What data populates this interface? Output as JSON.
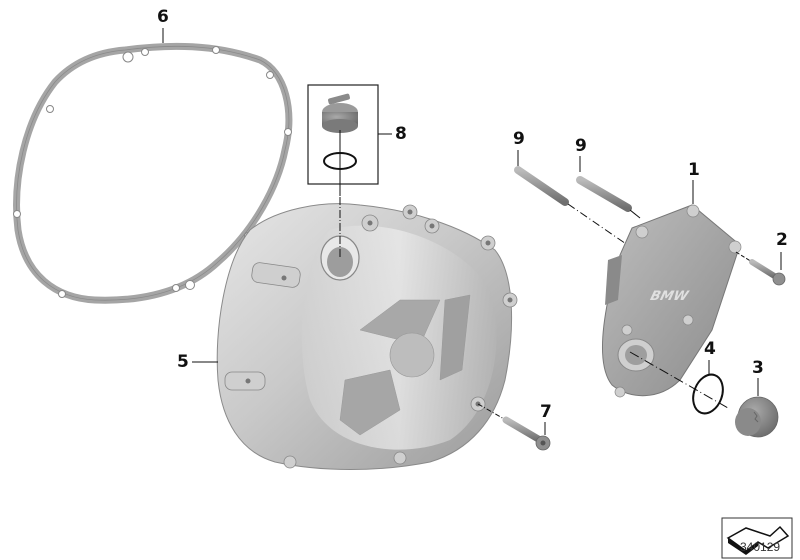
{
  "diagram": {
    "title": "Engine housing cover / clutch cover exploded view",
    "reference_number": "340129",
    "colors": {
      "metal_light": "#d9d9d9",
      "metal_mid": "#b8b8b8",
      "metal_dark": "#8f8f8f",
      "gasket": "#a8a8a8",
      "line": "#111111"
    },
    "callouts": [
      {
        "id": "1",
        "label": "1",
        "part": "Cover (BMW logo)"
      },
      {
        "id": "2",
        "label": "2",
        "part": "Bolt"
      },
      {
        "id": "3",
        "label": "3",
        "part": "Plug screw"
      },
      {
        "id": "4",
        "label": "4",
        "part": "O-ring"
      },
      {
        "id": "5",
        "label": "5",
        "part": "Clutch cover"
      },
      {
        "id": "6",
        "label": "6",
        "part": "Gasket"
      },
      {
        "id": "7",
        "label": "7",
        "part": "Bolt"
      },
      {
        "id": "8",
        "label": "8",
        "part": "Oil filler cap with O-ring"
      },
      {
        "id": "9a",
        "label": "9",
        "part": "Dowel / bolt"
      },
      {
        "id": "9b",
        "label": "9",
        "part": "Dowel / bolt"
      }
    ],
    "logo_text": "BMW",
    "nav_icon": "arrow-sheet-icon"
  }
}
